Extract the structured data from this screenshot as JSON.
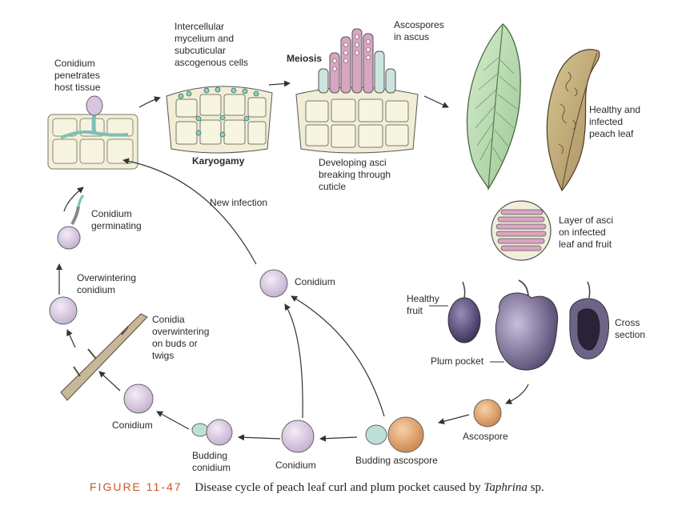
{
  "labels": {
    "conidium_penetrates": "Conidium\npenetrates\nhost tissue",
    "intercellular_mycelium": "Intercellular\nmycelium and\nsubcuticular\nascogenous cells",
    "karyogamy": "Karyogamy",
    "meiosis": "Meiosis",
    "ascospores_in_ascus": "Ascospores\nin ascus",
    "developing_asci": "Developing asci\nbreaking through\ncuticle",
    "healthy_infected_leaf": "Healthy and\ninfected\npeach leaf",
    "layer_of_asci": "Layer of asci\non infected\nleaf and fruit",
    "new_infection": "New infection",
    "conidium_germinating": "Conidium\ngerminating",
    "overwintering_conidium": "Overwintering\nconidium",
    "conidia_overwintering": "Conidia\noverwintering\non buds or\ntwigs",
    "conidium_center": "Conidium",
    "healthy_fruit": "Healthy\nfruit",
    "cross_section": "Cross\nsection",
    "plum_pocket": "Plum pocket",
    "ascospore": "Ascospore",
    "budding_ascospore": "Budding ascospore",
    "conidium_bottom": "Conidium",
    "budding_conidium": "Budding\nconidium",
    "conidium_left": "Conidium"
  },
  "caption": {
    "figure_number": "FIGURE 11-47",
    "text_before": "Disease cycle of peach leaf curl and plum pocket caused by ",
    "genus": "Taphrina",
    "text_after": " sp."
  },
  "colors": {
    "fig_number": "#c8582a",
    "leaf_green": "#b8dcae",
    "cell_blue": "#bfe0d8",
    "ascus_pink": "#d8a6c2",
    "plum_purple": "#5a4a78",
    "spore_lilac": "#d8c8e0",
    "spore_orange": "#d8955a"
  }
}
